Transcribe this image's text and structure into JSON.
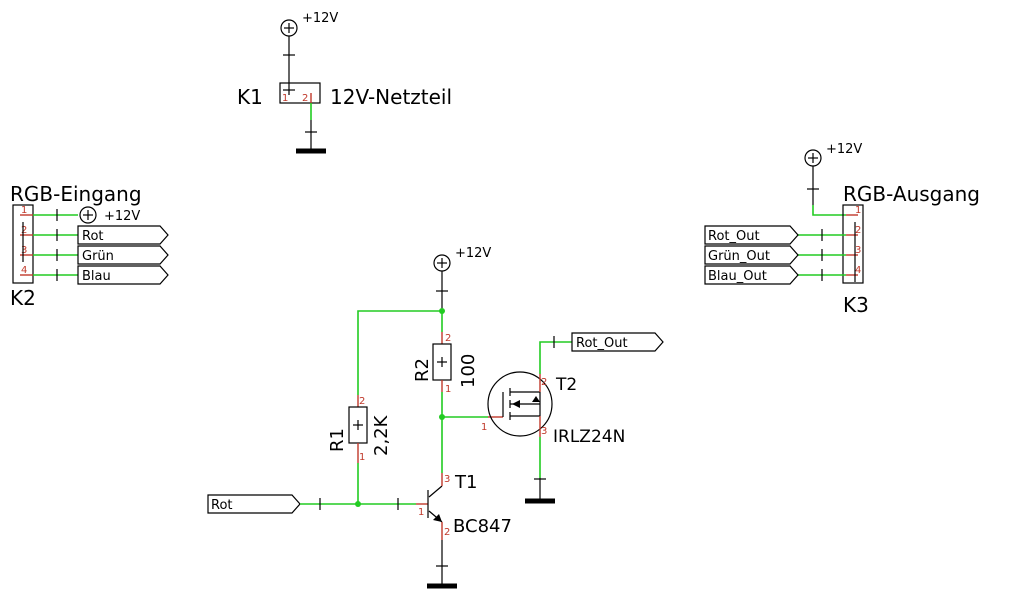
{
  "supply": {
    "label": "+12V"
  },
  "k1": {
    "ref": "K1",
    "value": "12V-Netzteil",
    "pins": [
      "1",
      "2"
    ]
  },
  "k2": {
    "ref": "K2",
    "value": "RGB-Eingang",
    "pins": [
      "1",
      "2",
      "3",
      "4"
    ]
  },
  "k3": {
    "ref": "K3",
    "value": "RGB-Ausgang",
    "pins": [
      "1",
      "2",
      "3",
      "4"
    ]
  },
  "nets": {
    "rot": "Rot",
    "gruen": "Grün",
    "blau": "Blau",
    "rot_out": "Rot_Out",
    "gruen_out": "Grün_Out",
    "blau_out": "Blau_Out"
  },
  "r1": {
    "ref": "R1",
    "value": "2,2K",
    "pin_top": "2",
    "pin_bottom": "1"
  },
  "r2": {
    "ref": "R2",
    "value": "100",
    "pin_top": "2",
    "pin_bottom": "1"
  },
  "t1": {
    "ref": "T1",
    "value": "BC847",
    "pin_b": "1",
    "pin_c": "3",
    "pin_e": "2"
  },
  "t2": {
    "ref": "T2",
    "value": "IRLZ24N",
    "pin_g": "1",
    "pin_d": "2",
    "pin_s": "3"
  }
}
